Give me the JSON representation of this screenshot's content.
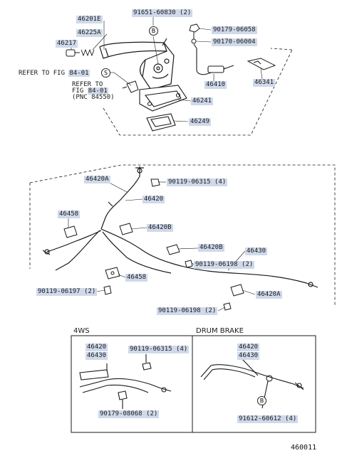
{
  "parts": {
    "p46201E": "46201E",
    "p46225A": "46225A",
    "p46217": "46217",
    "p91651": "91651-60830 (2)",
    "p90179_06058": "90179-06058",
    "p90170_06004": "90170-06004",
    "p46410": "46410",
    "p46341": "46341",
    "p46241": "46241",
    "p46249": "46249",
    "p46420A_top": "46420A",
    "p90119_06315_top": "90119-06315 (4)",
    "p46420": "46420",
    "p46458_left": "46458",
    "p46420B_a": "46420B",
    "p46420B_b": "46420B",
    "p46430": "46430",
    "p90119_06198_a": "90119-06198 (2)",
    "p46458_mid": "46458",
    "p90119_06197": "90119-06197 (2)",
    "p46420A_right": "46420A",
    "p90119_06198_b": "90119-06198 (2)"
  },
  "refs": {
    "ref1_prefix": "REFER TO FIG ",
    "ref1_fig": "84-01",
    "ref2_line1": "REFER TO",
    "ref2_line2_prefix": "FIG ",
    "ref2_line2_fig": "84-01",
    "ref2_line3": "(PNC 84550)"
  },
  "markers": {
    "B": "B",
    "S": "S"
  },
  "inset_4ws": {
    "heading": "4WS",
    "p46420": "46420",
    "p46430": "46430",
    "p90119_06315": "90119-06315 (4)",
    "p90179_08068": "90179-08068 (2)"
  },
  "inset_drum": {
    "heading": "DRUM BRAKE",
    "p46420": "46420",
    "p46430": "46430",
    "p91612": "91612-60612 (4)"
  },
  "figure_number": "460011"
}
